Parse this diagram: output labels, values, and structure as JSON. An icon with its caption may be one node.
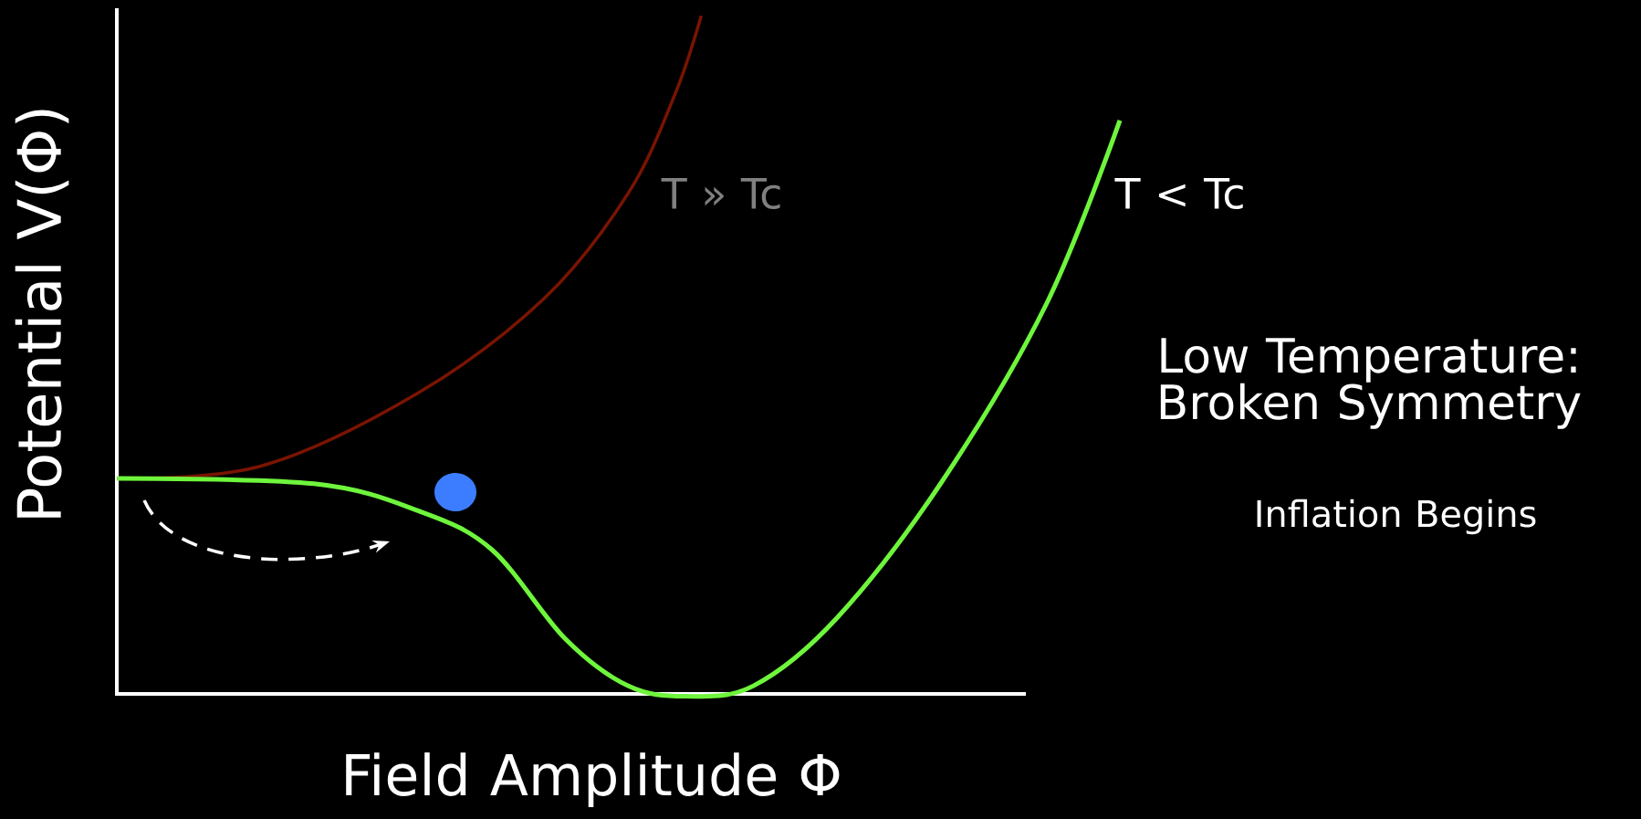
{
  "diagram": {
    "labels": [
      "Potential V(Φ)",
      "Field Amplitude Φ",
      "T » Tc",
      "T < Tc",
      "Low Temperature: Broken Symmetry",
      "Inflation Begins"
    ]
  }
}
